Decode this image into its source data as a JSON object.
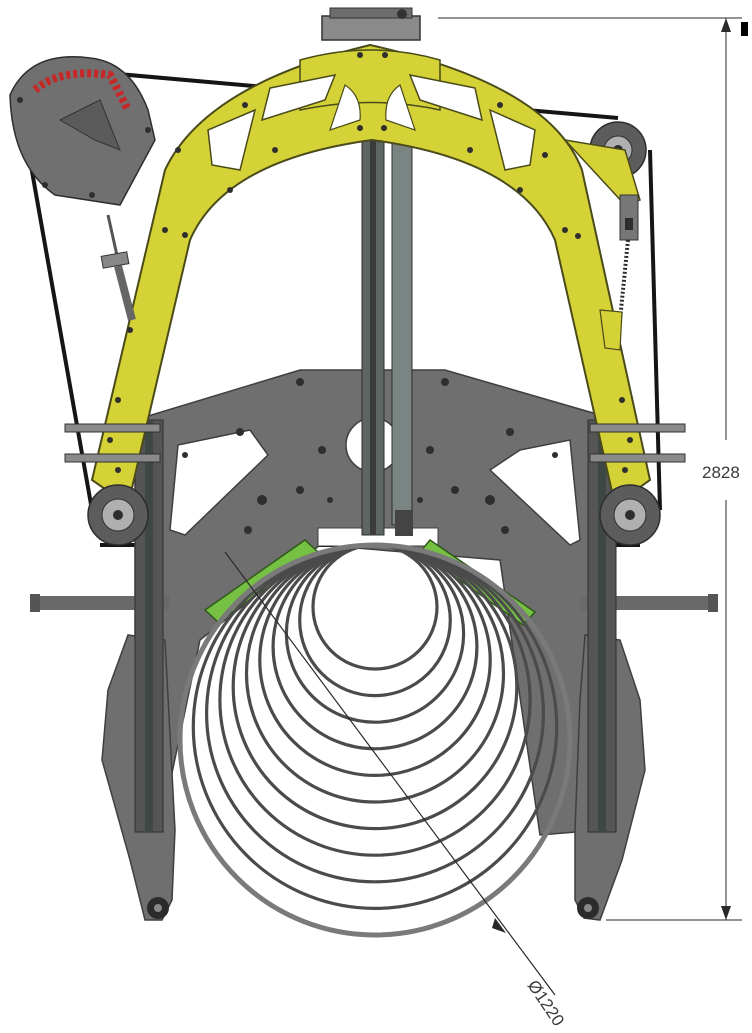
{
  "dimensions": {
    "height_label": "2828",
    "diameter_label": "Ø1220"
  },
  "pipe_rings": {
    "count": 11
  },
  "colors": {
    "frame_yellow": "#d4d236",
    "frame_outline": "#4a4a1a",
    "plate_gray": "#6f6f6f",
    "plate_dark": "#555555",
    "clamp_green": "#76c043",
    "belt": "#151515",
    "ring": "#4b4b4b",
    "dimension_line": "#2a2a2a"
  }
}
